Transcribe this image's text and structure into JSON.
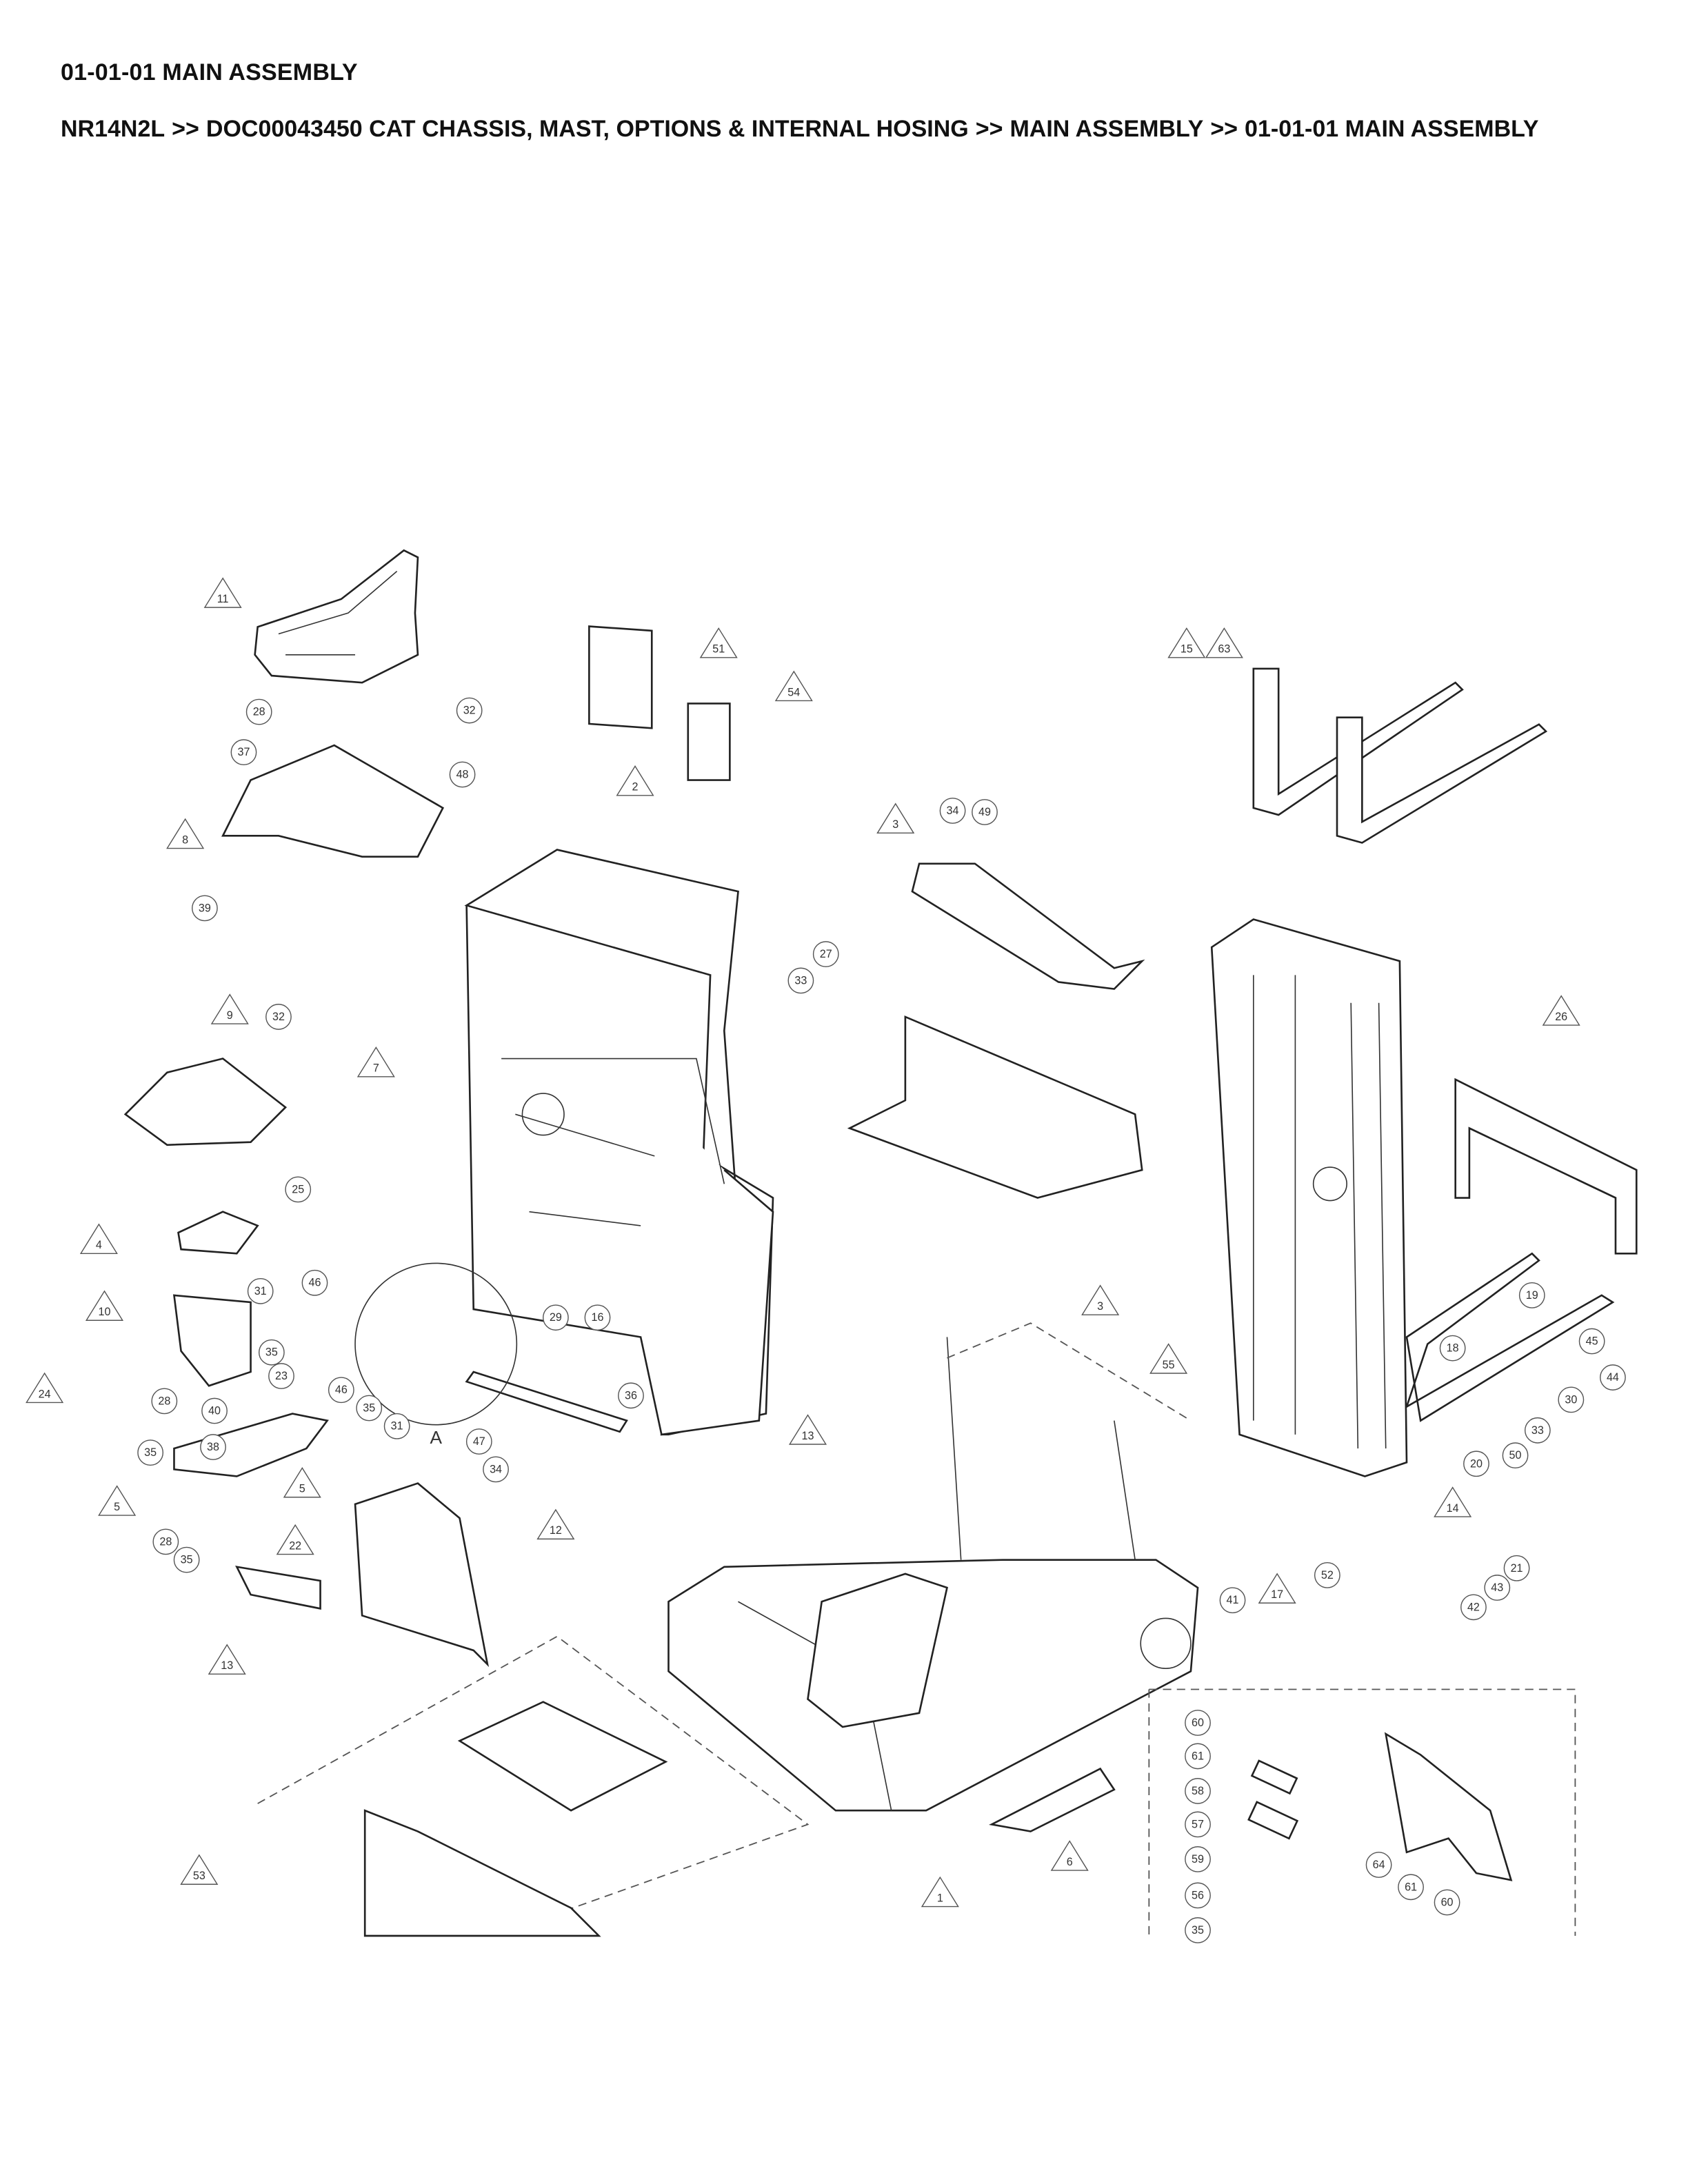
{
  "header": {
    "title": "01-01-01 MAIN ASSEMBLY",
    "breadcrumb": [
      "NR14N2L",
      ">>",
      "DOC00043450 CAT CHASSIS, MAST, OPTIONS & INTERNAL HOSING",
      ">>",
      "MAIN ASSEMBLY",
      ">>",
      "01-01-01 MAIN ASSEMBLY"
    ]
  },
  "diagram": {
    "view_label": "A",
    "callouts": [
      "11",
      "51",
      "54",
      "15",
      "63",
      "28",
      "32",
      "37",
      "48",
      "2",
      "8",
      "34",
      "49",
      "3",
      "39",
      "27",
      "33",
      "9",
      "32",
      "7",
      "26",
      "25",
      "4",
      "46",
      "31",
      "10",
      "29",
      "16",
      "3",
      "19",
      "18",
      "45",
      "35",
      "23",
      "44",
      "55",
      "24",
      "46",
      "28",
      "36",
      "35",
      "30",
      "40",
      "31",
      "13",
      "33",
      "35",
      "38",
      "47",
      "50",
      "20",
      "34",
      "5",
      "5",
      "14",
      "12",
      "28",
      "22",
      "35",
      "21",
      "52",
      "43",
      "41",
      "17",
      "42",
      "13",
      "60",
      "61",
      "58",
      "57",
      "59",
      "64",
      "61",
      "60",
      "56",
      "35",
      "53",
      "6",
      "1"
    ]
  }
}
